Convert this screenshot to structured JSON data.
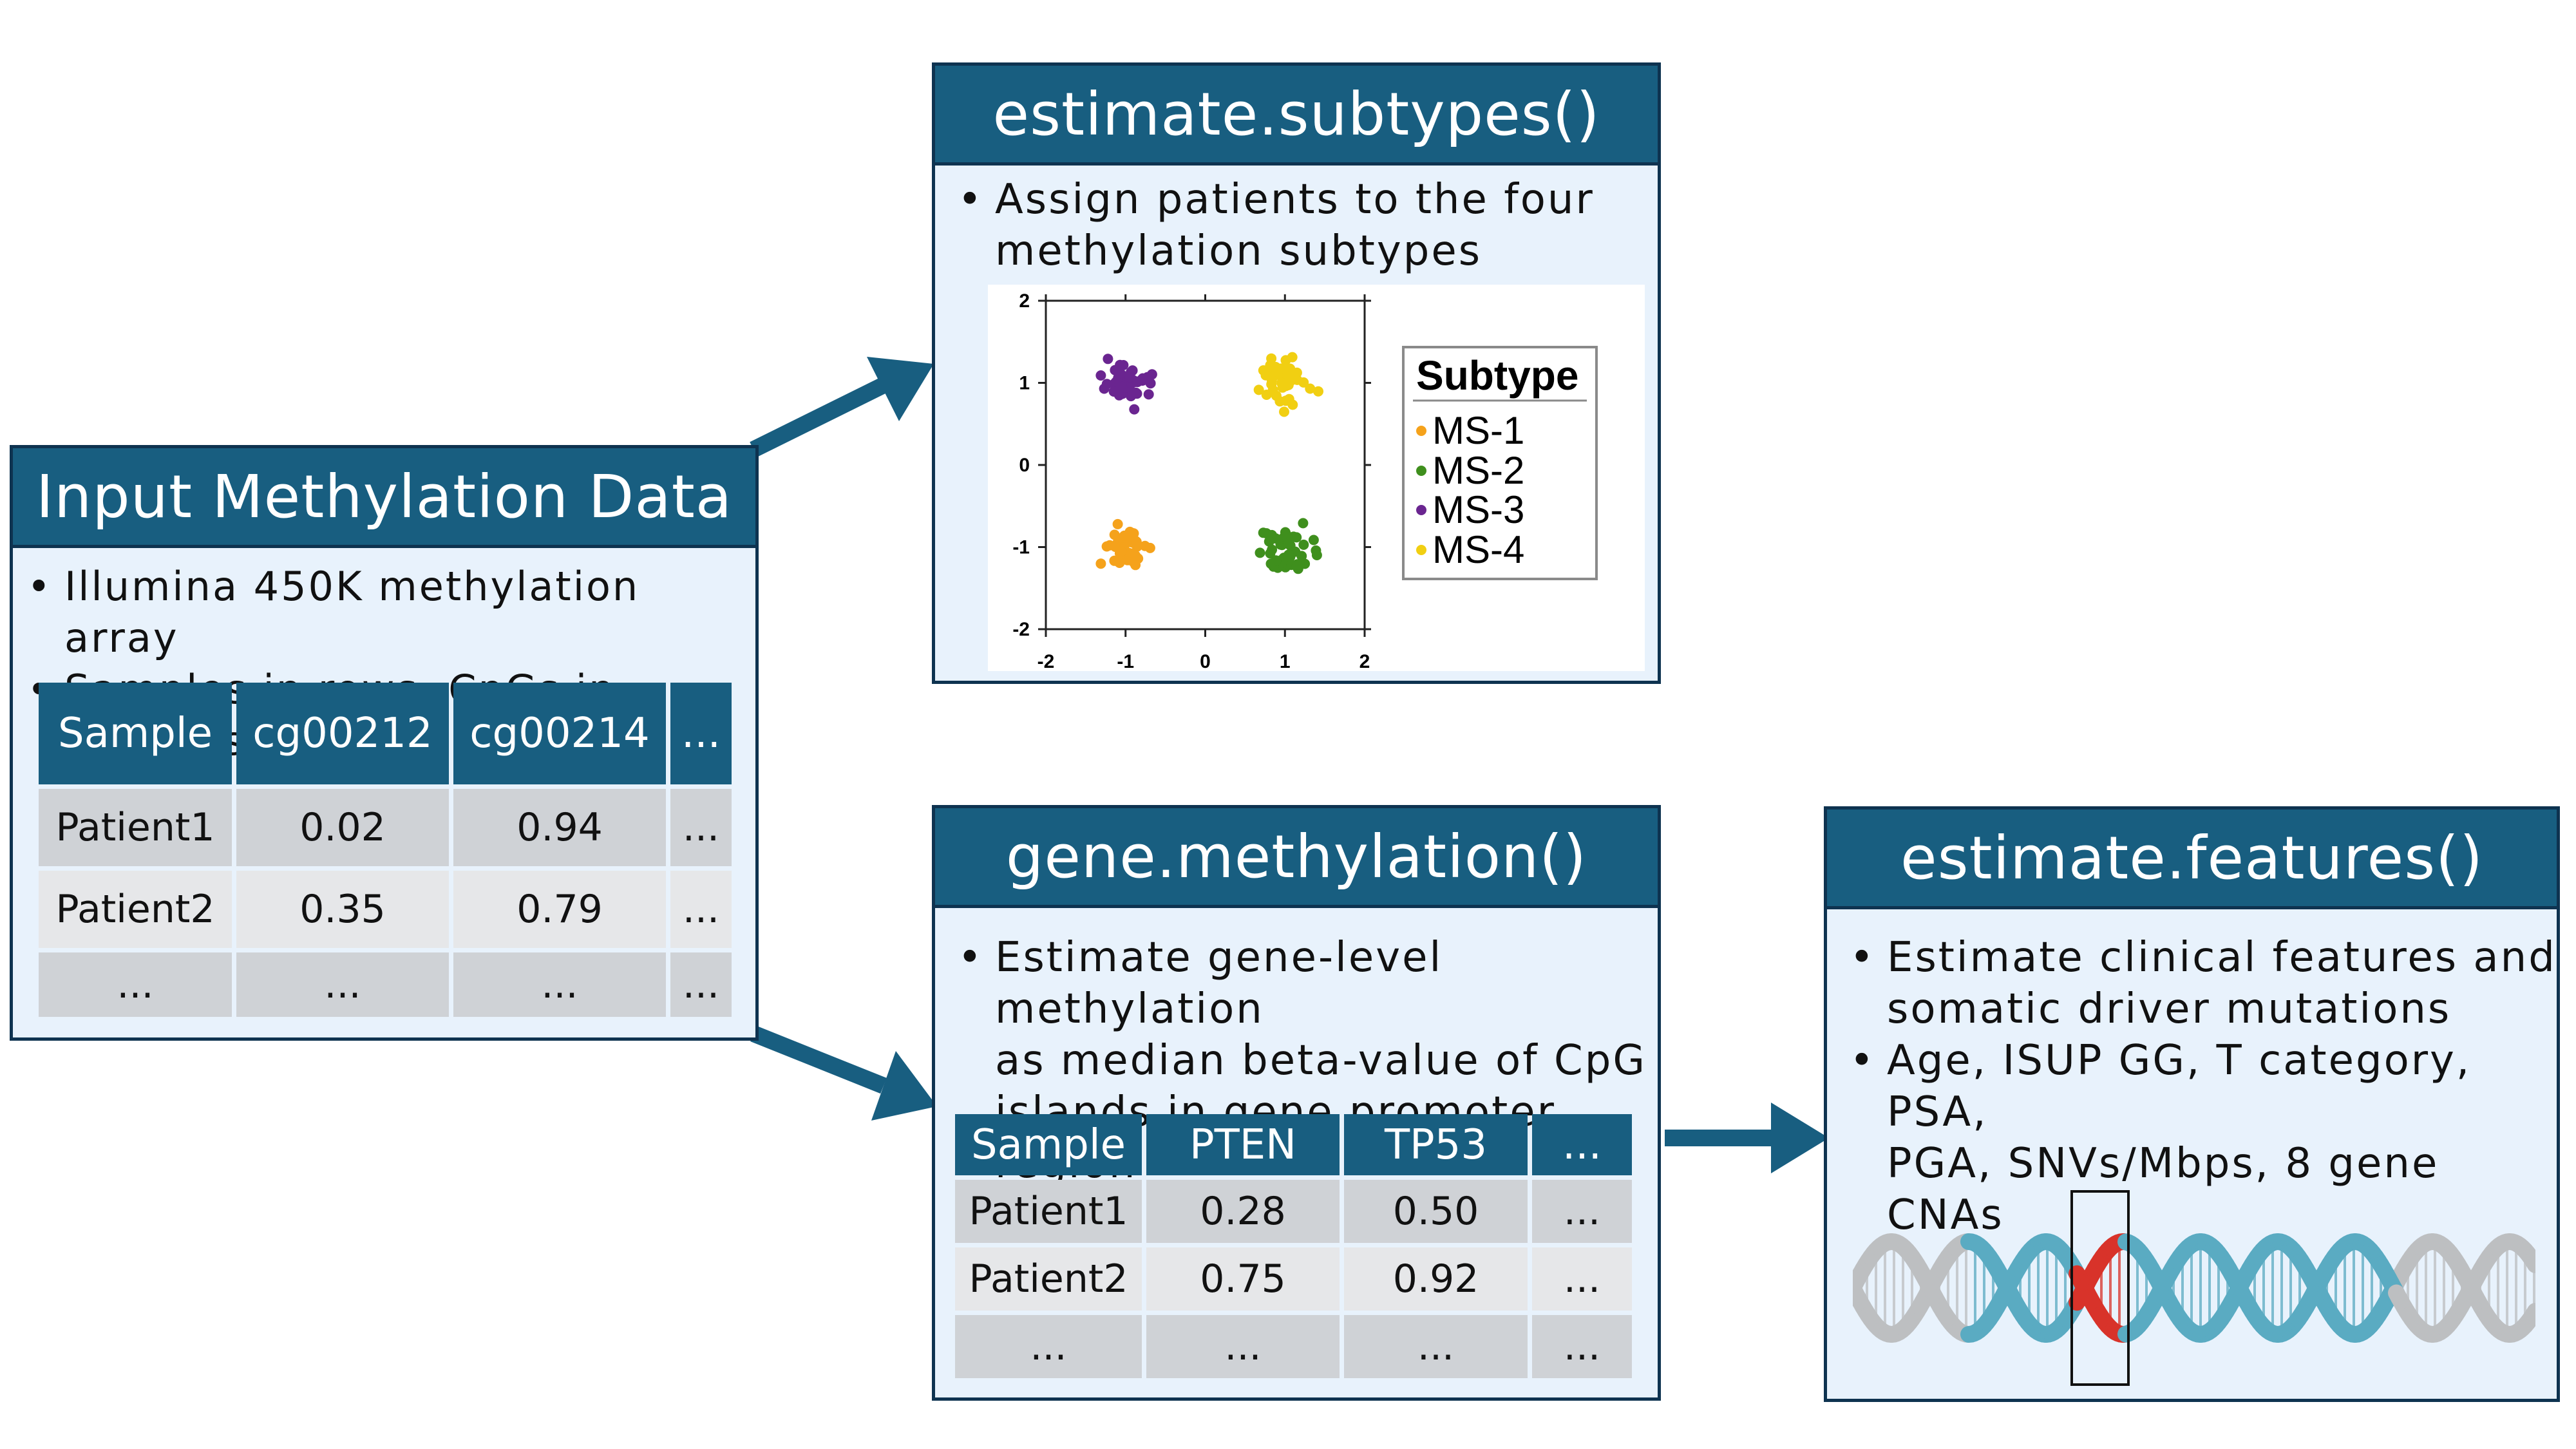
{
  "input_box": {
    "title": "Input Methylation Data",
    "bullets": [
      "Illumina 450K methylation array",
      "Samples in rows, CpGs in columns"
    ],
    "table": {
      "header": [
        "Sample",
        "cg00212",
        "cg00214",
        "..."
      ],
      "rows": [
        [
          "Patient1",
          "0.02",
          "0.94",
          "..."
        ],
        [
          "Patient2",
          "0.35",
          "0.79",
          "..."
        ],
        [
          "...",
          "...",
          "...",
          "..."
        ]
      ]
    }
  },
  "subtypes_box": {
    "title": "estimate.subtypes()",
    "bullet": "Assign patients to the four methylation subtypes",
    "bullet_lines": [
      "Assign patients to the four",
      "methylation subtypes"
    ]
  },
  "gene_box": {
    "title": "gene.methylation()",
    "bullet": "Estimate gene-level methylation as median beta-value of CpG islands in gene promoter region",
    "bullet_lines": [
      "Estimate gene-level methylation",
      "as median beta-value of CpG",
      "islands in gene promoter region"
    ],
    "table": {
      "header": [
        "Sample",
        "PTEN",
        "TP53",
        "..."
      ],
      "rows": [
        [
          "Patient1",
          "0.28",
          "0.50",
          "..."
        ],
        [
          "Patient2",
          "0.75",
          "0.92",
          "..."
        ],
        [
          "...",
          "...",
          "...",
          "..."
        ]
      ]
    }
  },
  "features_box": {
    "title": "estimate.features()",
    "bullets": [
      "Estimate clinical features and somatic driver mutations",
      "Age, ISUP GG, T category, PSA, PGA, SNVs/Mbps, 8 gene CNAs"
    ],
    "bullet_lines": [
      [
        "Estimate clinical features and",
        "somatic driver mutations"
      ],
      [
        "Age, ISUP GG, T category, PSA,",
        "PGA, SNVs/Mbps, 8 gene CNAs"
      ]
    ],
    "dna_colors": {
      "inactive": "#bdbfc1",
      "active": "#5aabc2",
      "highlight": "#d8332a"
    }
  },
  "colors": {
    "header_fill": "#185e80",
    "border": "#0e3350",
    "box_fill": "#e8f2fc",
    "arrow": "#185e80"
  },
  "chart_data": {
    "type": "scatter",
    "xlim": [
      -2,
      2
    ],
    "ylim": [
      -2,
      2
    ],
    "x_ticks": [
      "-2",
      "-1",
      "0",
      "1",
      "2"
    ],
    "y_ticks": [
      "-2",
      "-1",
      "0",
      "1",
      "2"
    ],
    "legend": {
      "title": "Subtype",
      "placement": "right"
    },
    "series": [
      {
        "name": "MS-1",
        "color": "#f5a21b",
        "center": [
          -1,
          -1
        ],
        "n": 45,
        "spread": 0.26
      },
      {
        "name": "MS-2",
        "color": "#3f8f1d",
        "center": [
          1,
          -1
        ],
        "n": 45,
        "spread": 0.26
      },
      {
        "name": "MS-3",
        "color": "#6a2590",
        "center": [
          -1,
          1
        ],
        "n": 45,
        "spread": 0.26
      },
      {
        "name": "MS-4",
        "color": "#f1cf12",
        "center": [
          1,
          1
        ],
        "n": 45,
        "spread": 0.26
      }
    ]
  }
}
